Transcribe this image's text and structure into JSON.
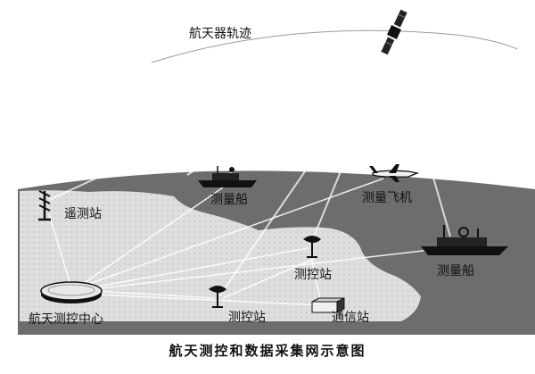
{
  "labels": {
    "orbit": "航天器轨迹",
    "ship_left": "测量船",
    "airplane": "测量飞机",
    "ship_right": "测量船",
    "telemetry_station": "遥测站",
    "control_center": "航天测控中心",
    "control_station_upper": "测控站",
    "control_station_lower": "测控站",
    "comm_station": "通信站"
  },
  "caption": "航天测控和数据采集网示意图",
  "colors": {
    "sea": "#6d6d6d",
    "land": "#dedede",
    "line": "#ffffff",
    "ink": "#111111"
  }
}
